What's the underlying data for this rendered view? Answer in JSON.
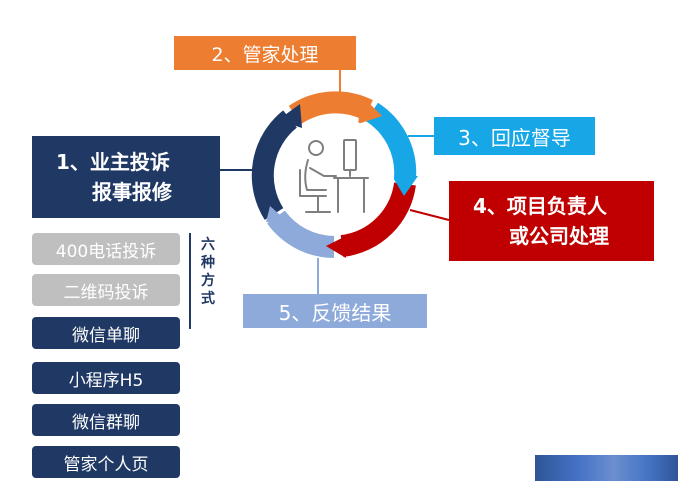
{
  "steps": {
    "s1_line1": "1、业主投诉",
    "s1_line2": "报事报修",
    "s2": "2、管家处理",
    "s3": "3、回应督导",
    "s4_line1": "4、项目负责人",
    "s4_line2": "或公司处理",
    "s5": "5、反馈结果"
  },
  "ways": {
    "label_chars": [
      "六",
      "种",
      "方",
      "式"
    ],
    "items": [
      "400电话投诉",
      "二维码投诉",
      "微信单聊",
      "小程序H5",
      "微信群聊",
      "管家个人页"
    ]
  },
  "colors": {
    "navy": "#1f3864",
    "orange": "#ed7d31",
    "sky": "#17a7e6",
    "red": "#c00000",
    "light_blue": "#8eaadb",
    "grey": "#bfbfbf"
  },
  "icons": {
    "center": "person-at-desk-icon"
  }
}
